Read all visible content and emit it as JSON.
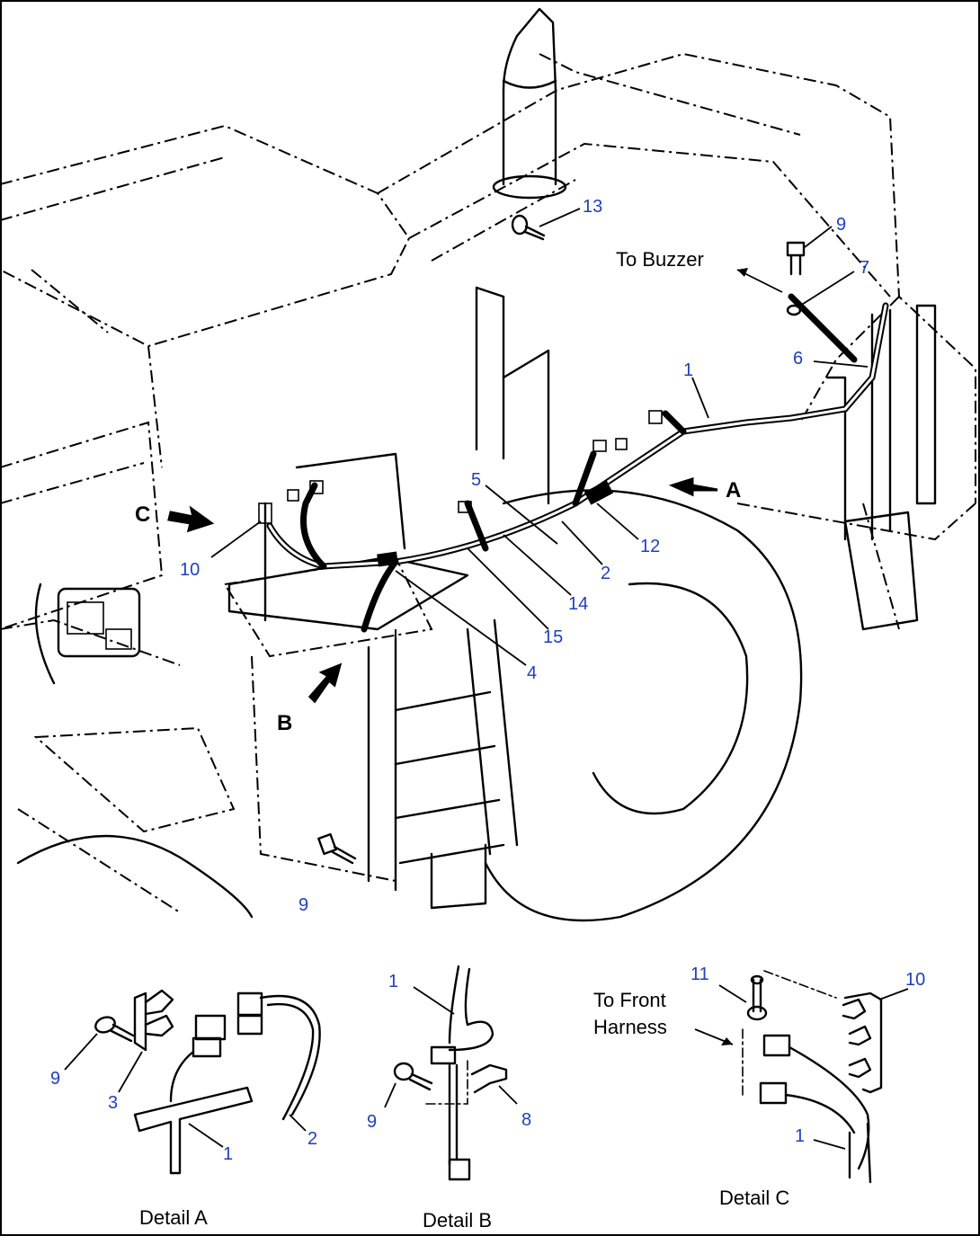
{
  "callouts": {
    "n13": "13",
    "n9_top": "9",
    "n7": "7",
    "n6": "6",
    "n1_main": "1",
    "n5": "5",
    "n12": "12",
    "n2_main": "2",
    "n14": "14",
    "n15": "15",
    "n4": "4",
    "n10_main": "10",
    "n9_bottom": "9",
    "a_n9": "9",
    "a_n3": "3",
    "a_n1": "1",
    "a_n2": "2",
    "b_n1": "1",
    "b_n9": "9",
    "b_n8": "8",
    "c_n11": "11",
    "c_n10": "10",
    "c_n1": "1"
  },
  "notes": {
    "to_buzzer": "To Buzzer",
    "to_front_line1": "To Front",
    "to_front_line2": "Harness"
  },
  "views": {
    "a": "A",
    "b": "B",
    "c": "C"
  },
  "details": {
    "a": "Detail A",
    "b": "Detail B",
    "c": "Detail C"
  },
  "colors": {
    "callout": "#1f3fbf",
    "line": "#000000",
    "background": "#ffffff"
  }
}
